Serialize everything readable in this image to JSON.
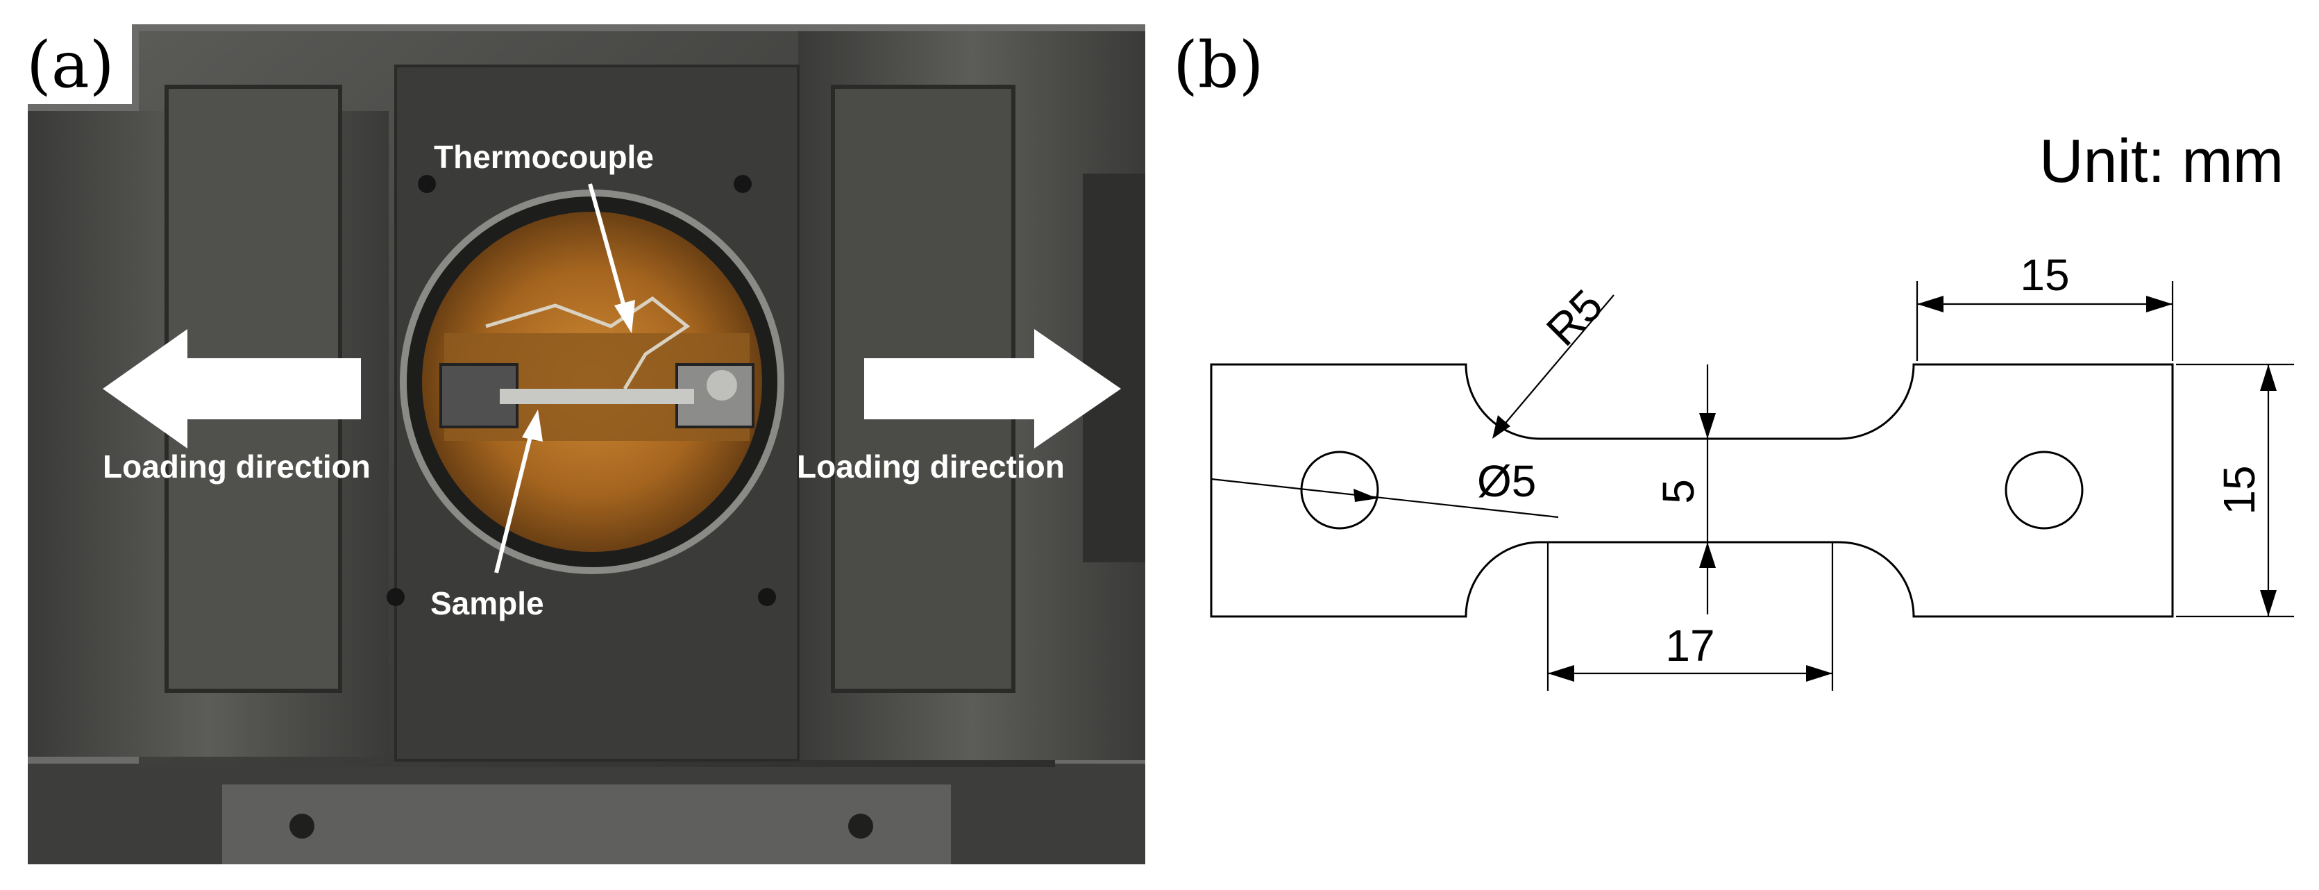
{
  "panel_a": {
    "label": "(a)",
    "annotations": {
      "thermocouple": "Thermocouple",
      "sample": "Sample",
      "loading_left": "Loading direction",
      "loading_right": "Loading direction"
    }
  },
  "panel_b": {
    "label": "(b)",
    "unit": "Unit: mm",
    "dimensions": {
      "radius": "R5",
      "hole_diameter": "Ø5",
      "gauge_width": "5",
      "gauge_length": "17",
      "grip_length": "15",
      "grip_width": "15"
    }
  },
  "colors": {
    "photo_base": "#4a4a48",
    "photo_dark": "#2b2b2a",
    "window_amber": "#b5762a",
    "arrow": "#ffffff",
    "line": "#000000"
  }
}
